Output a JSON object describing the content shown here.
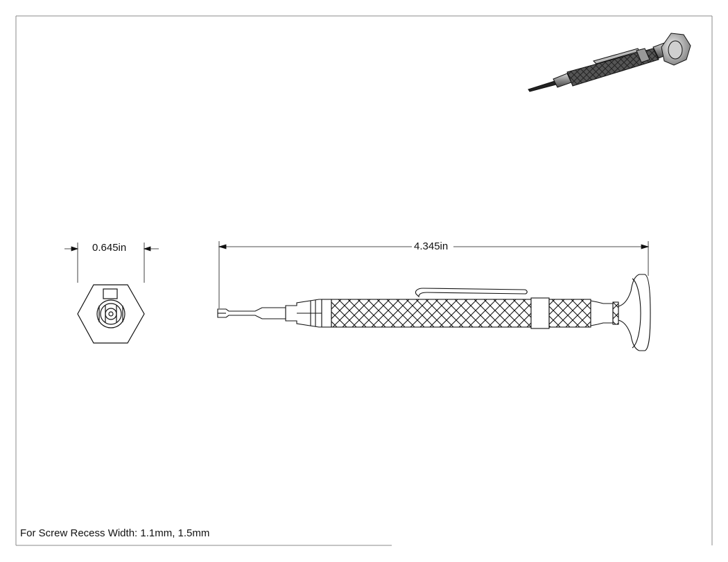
{
  "drawing": {
    "dimension_width": "0.645in",
    "dimension_length": "4.345in",
    "note": "For Screw Recess Width: 1.1mm, 1.5mm"
  }
}
